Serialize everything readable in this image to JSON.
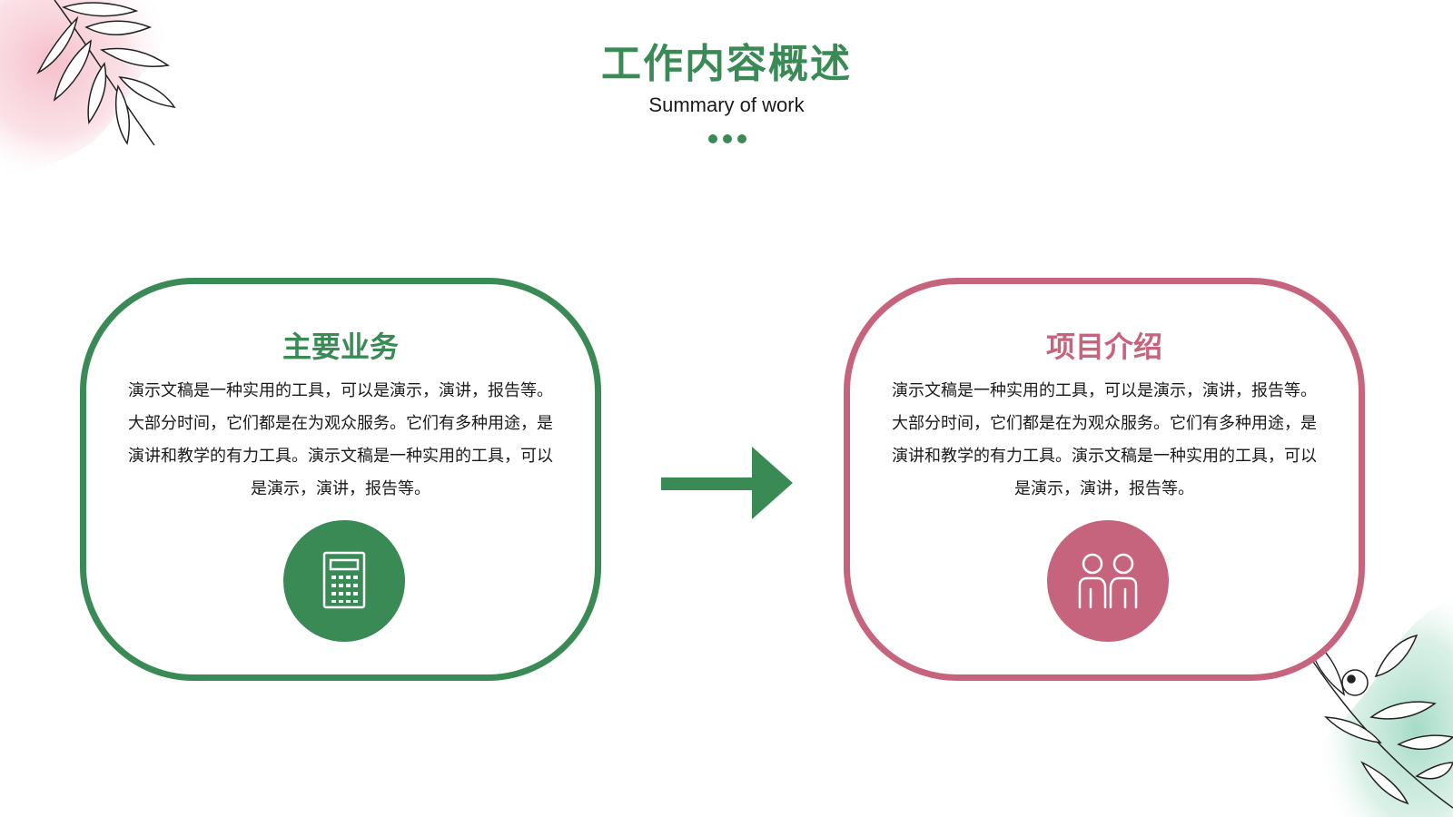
{
  "header": {
    "title": "工作内容概述",
    "subtitle": "Summary of work"
  },
  "cards": [
    {
      "title": "主要业务",
      "text": "演示文稿是一种实用的工具，可以是演示，演讲，报告等。大部分时间，它们都是在为观众服务。它们有多种用途，是演讲和教学的有力工具。演示文稿是一种实用的工具，可以是演示，演讲，报告等。",
      "icon": "calculator-icon"
    },
    {
      "title": "项目介绍",
      "text": "演示文稿是一种实用的工具，可以是演示，演讲，报告等。大部分时间，它们都是在为观众服务。它们有多种用途，是演讲和教学的有力工具。演示文稿是一种实用的工具，可以是演示，演讲，报告等。",
      "icon": "people-icon"
    }
  ],
  "colors": {
    "green": "#3a8a56",
    "pink": "#c7647d",
    "text": "#1a1a1a"
  }
}
